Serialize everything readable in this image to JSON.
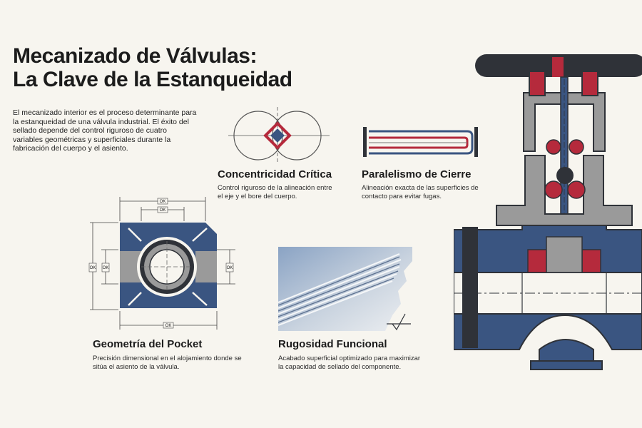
{
  "header": {
    "title_line1": "Mecanizado de Válvulas:",
    "title_line2": "La Clave de la Estanqueidad",
    "intro": "El mecanizado interior es el proceso determinante para la estanqueidad de una válvula industrial. El éxito del sellado depende del control riguroso de cuatro variables geométricas y superficiales durante la fabricación del cuerpo y el asiento."
  },
  "sections": {
    "concentricity": {
      "title": "Concentricidad Crítica",
      "text": "Control riguroso de la alineación entre el eje y el bore del cuerpo."
    },
    "parallelism": {
      "title": "Paralelismo de Cierre",
      "text": "Alineación exacta de las superficies de contacto para evitar fugas."
    },
    "pocket": {
      "title": "Geometría del Pocket",
      "text": "Precisión dimensional en el alojamiento donde se sitúa el asiento de la válvula.",
      "dim_label": "OK"
    },
    "roughness": {
      "title": "Rugosidad Funcional",
      "text": "Acabado superficial optimizado para maximizar la capacidad de sellado del componente."
    }
  },
  "colors": {
    "navy": "#3a5581",
    "red": "#b52a3c",
    "gray": "#9a9a9a",
    "dark": "#2f3238",
    "background": "#f7f5ef"
  }
}
